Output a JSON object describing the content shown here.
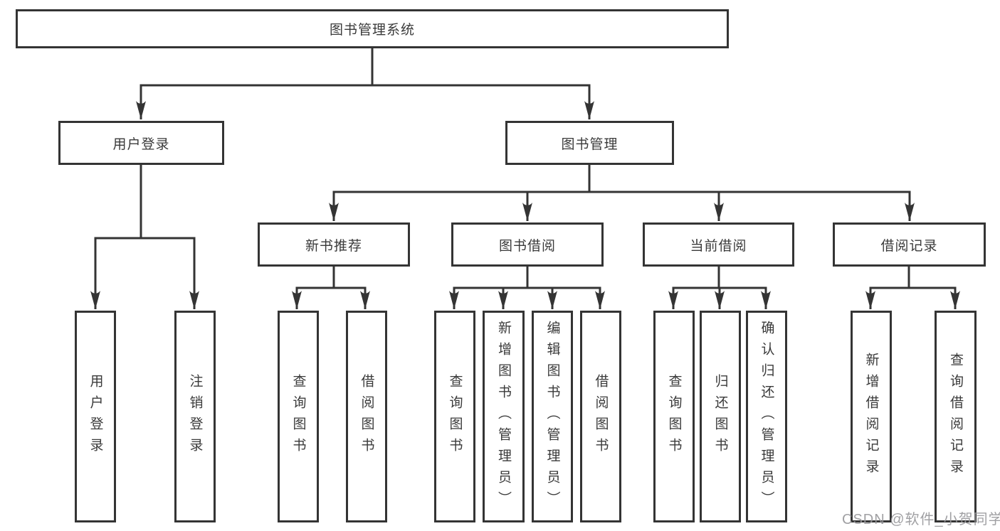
{
  "tree": {
    "root": {
      "label": "图书管理系统"
    },
    "branches": [
      {
        "label": "用户登录",
        "children": [
          "用户登录",
          "注销登录"
        ]
      },
      {
        "label": "图书管理",
        "sections": [
          {
            "label": "新书推荐",
            "children": [
              "查询图书",
              "借阅图书"
            ]
          },
          {
            "label": "图书借阅",
            "children": [
              "查询图书",
              "新增图书（管理员）",
              "编辑图书（管理员）",
              "借阅图书"
            ]
          },
          {
            "label": "当前借阅",
            "children": [
              "查询图书",
              "归还图书",
              "确认归还（管理员）"
            ]
          },
          {
            "label": "借阅记录",
            "children": [
              "新增借阅记录",
              "查询借阅记录"
            ]
          }
        ]
      }
    ]
  },
  "watermark": {
    "text": "CSDN @软件_小贺同学"
  },
  "colors": {
    "line": "#343434",
    "text": "#3a3a3a",
    "watermark": "#98989b",
    "background": "#ffffff"
  }
}
